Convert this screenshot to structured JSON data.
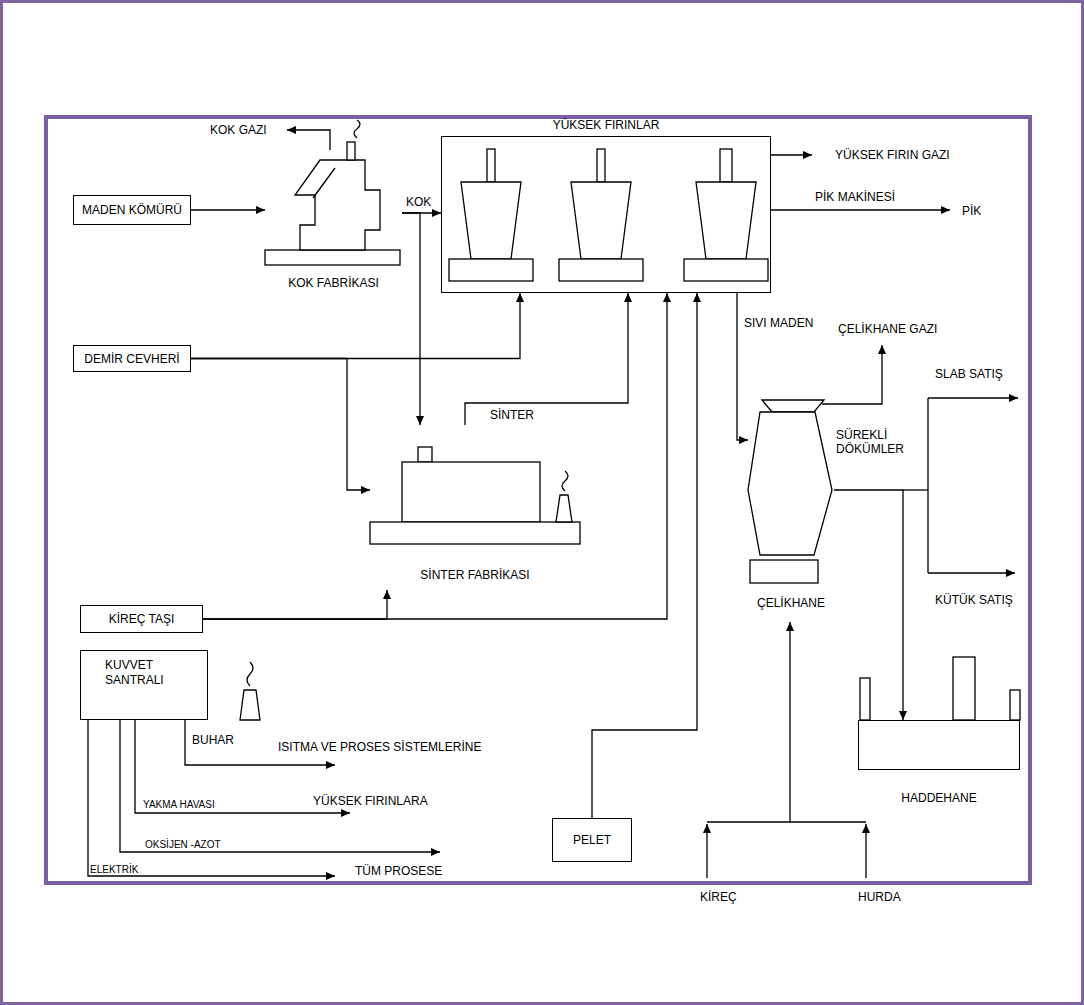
{
  "diagram": {
    "nodes": [
      {
        "text": [
          "MADEN KÖMÜRÜ"
        ]
      },
      {
        "text": [
          "KOK FABRİKASI"
        ]
      },
      {
        "text": [
          "YÜKSEK FIRINLAR"
        ]
      },
      {
        "text": [
          "DEMİR CEVHERİ"
        ]
      },
      {
        "text": [
          "SİNTER FABRİKASI"
        ]
      },
      {
        "text": [
          "KİREÇ TAŞI"
        ]
      },
      {
        "text": [
          "KUVVET SANTRALI"
        ]
      },
      {
        "text": [
          "PELET"
        ]
      },
      {
        "text": [
          "ÇELİKHANE"
        ]
      },
      {
        "text": [
          "HADDEHANE"
        ]
      }
    ],
    "edges": [
      {
        "from": 0,
        "to": 1,
        "arrow": "to"
      },
      {
        "from": 1,
        "to": 2,
        "label": "KOK",
        "arrow": "to"
      },
      {
        "from": 1,
        "to": 4,
        "arrow": "to"
      },
      {
        "from": 3,
        "to": 2,
        "arrow": "to"
      },
      {
        "from": 3,
        "to": 4,
        "arrow": "to"
      },
      {
        "from": 4,
        "to": 2,
        "label": "SİNTER",
        "arrow": "to"
      },
      {
        "from": 5,
        "to": 4,
        "arrow": "to"
      },
      {
        "from": 5,
        "to": 2,
        "arrow": "to"
      },
      {
        "from": 7,
        "to": 2,
        "arrow": "to"
      },
      {
        "from": 2,
        "to": 8,
        "label": "SIVI MADEN",
        "arrow": "to"
      },
      {
        "from": 8,
        "to": 9,
        "arrow": "to"
      }
    ],
    "labels": [
      "KOK GAZI",
      "YÜKSEK FIRIN GAZI",
      "PİK MAKİNESİ",
      "PİK",
      "ÇELİKHANE GAZI",
      "SLAB SATIŞ",
      "SÜREKLİ DÖKÜMLER",
      "KÜTÜK SATIŞ",
      "BUHAR",
      "ISITMA VE PROSES SİSTEMLERİNE",
      "YAKMA HAVASI",
      "YÜKSEK FIRINLARA",
      "OKSİJEN -AZOT",
      "TÜM PROSESE",
      "ELEKTRİK",
      "KİREÇ",
      "HURDA"
    ]
  }
}
